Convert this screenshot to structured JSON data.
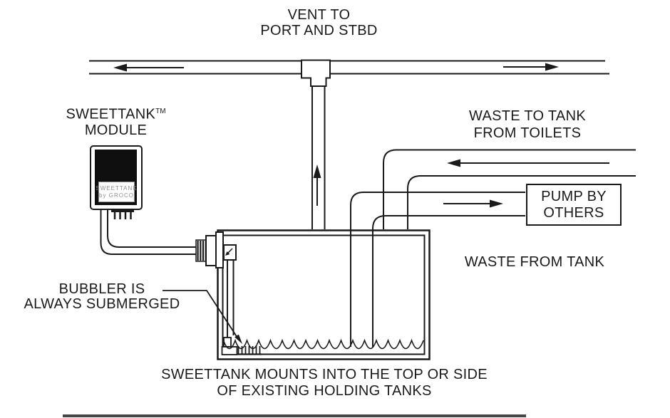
{
  "labels": {
    "vent": {
      "line1": "VENT TO",
      "line2": "PORT AND STBD"
    },
    "module": {
      "name": "SWEETTANK",
      "tm": "TM",
      "line2": "MODULE"
    },
    "module_panel": {
      "line1": "SWEETTANK",
      "line2": "by GROCO"
    },
    "waste_to_tank": {
      "line1": "WASTE TO TANK",
      "line2": "FROM TOILETS"
    },
    "pump_box": {
      "line1": "PUMP BY",
      "line2": "OTHERS"
    },
    "waste_from_tank": "WASTE FROM TANK",
    "bubbler": {
      "line1": "BUBBLER IS",
      "line2": "ALWAYS SUBMERGED"
    },
    "caption": {
      "line1": "SWEETTANK MOUNTS INTO THE TOP OR SIDE",
      "line2": "OF EXISTING HOLDING TANKS"
    }
  },
  "colors": {
    "background": "#ffffff",
    "line": "#1a1a1a",
    "module_panel_fill": "#0f0f0f",
    "module_panel_text": "#8f8f8f",
    "bottom_bar": "#454545"
  },
  "icons": {
    "flow_arrows": [
      {
        "name": "vent-flow-left-arrow",
        "direction": "left"
      },
      {
        "name": "vent-flow-right-arrow",
        "direction": "right"
      },
      {
        "name": "vent-flow-up-arrow",
        "direction": "up"
      },
      {
        "name": "waste-to-tank-flow-arrow",
        "direction": "left"
      },
      {
        "name": "waste-from-tank-flow-arrow",
        "direction": "right"
      },
      {
        "name": "bubbler-leader-arrow",
        "direction": "down-right"
      }
    ]
  }
}
